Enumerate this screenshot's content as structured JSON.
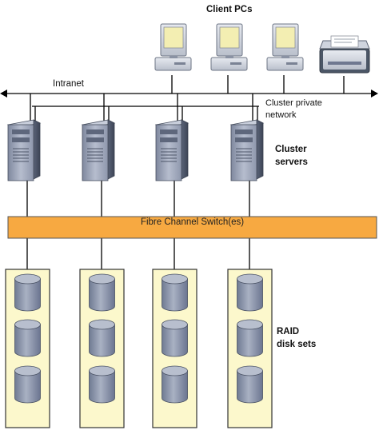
{
  "labels": {
    "client_pcs": "Client PCs",
    "intranet": "Intranet",
    "cluster_private_network_line1": "Cluster private",
    "cluster_private_network_line2": "network",
    "cluster_servers_line1": "Cluster",
    "cluster_servers_line2": "servers",
    "fibre_channel_switch": "Fibre Channel Switch(es)",
    "raid_line1": "RAID",
    "raid_line2": "disk sets"
  },
  "nodes": {
    "client_pcs": [
      "computer-icon",
      "computer-icon",
      "computer-icon",
      "printer-icon"
    ],
    "servers": [
      "server-icon",
      "server-icon",
      "server-icon",
      "server-icon"
    ],
    "raid_sets": [
      {
        "disks": [
          "disk-icon",
          "disk-icon",
          "disk-icon"
        ]
      },
      {
        "disks": [
          "disk-icon",
          "disk-icon",
          "disk-icon"
        ]
      },
      {
        "disks": [
          "disk-icon",
          "disk-icon",
          "disk-icon"
        ]
      },
      {
        "disks": [
          "disk-icon",
          "disk-icon",
          "disk-icon"
        ]
      }
    ]
  },
  "colors": {
    "switch_fill": "#f7a941",
    "switch_border": "#555555",
    "raid_fill": "#fcf8cc",
    "raid_border": "#333333",
    "device_body": "#d9dde6",
    "device_dark": "#4b5666",
    "screen": "#f3eeb2",
    "server_front": "#aab2c6",
    "disk_top": "#b8bfce",
    "disk_body": "#8c96ab",
    "line": "#000000"
  }
}
